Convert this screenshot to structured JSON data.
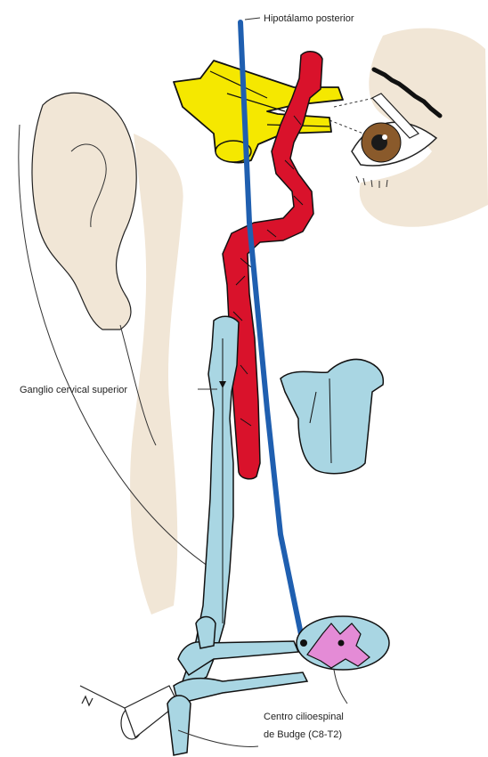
{
  "labels": {
    "hypothalamus": "Hipotálamo posterior",
    "superior_ganglion": "Ganglio cervical superior",
    "budge_line1": "Centro cilioespinal",
    "budge_line2": "de Budge (C8-T2)"
  },
  "colors": {
    "skin": "#f1e6d6",
    "nerve_yellow": "#f5e800",
    "artery_red": "#d9122b",
    "pathway_blue": "#1f5fb0",
    "structure_lightblue": "#a9d6e3",
    "gray_matter": "#e48bd6",
    "iris": "#8a5a2b",
    "outline": "#111111"
  },
  "icons": [
    "eye-icon",
    "ear-icon"
  ]
}
